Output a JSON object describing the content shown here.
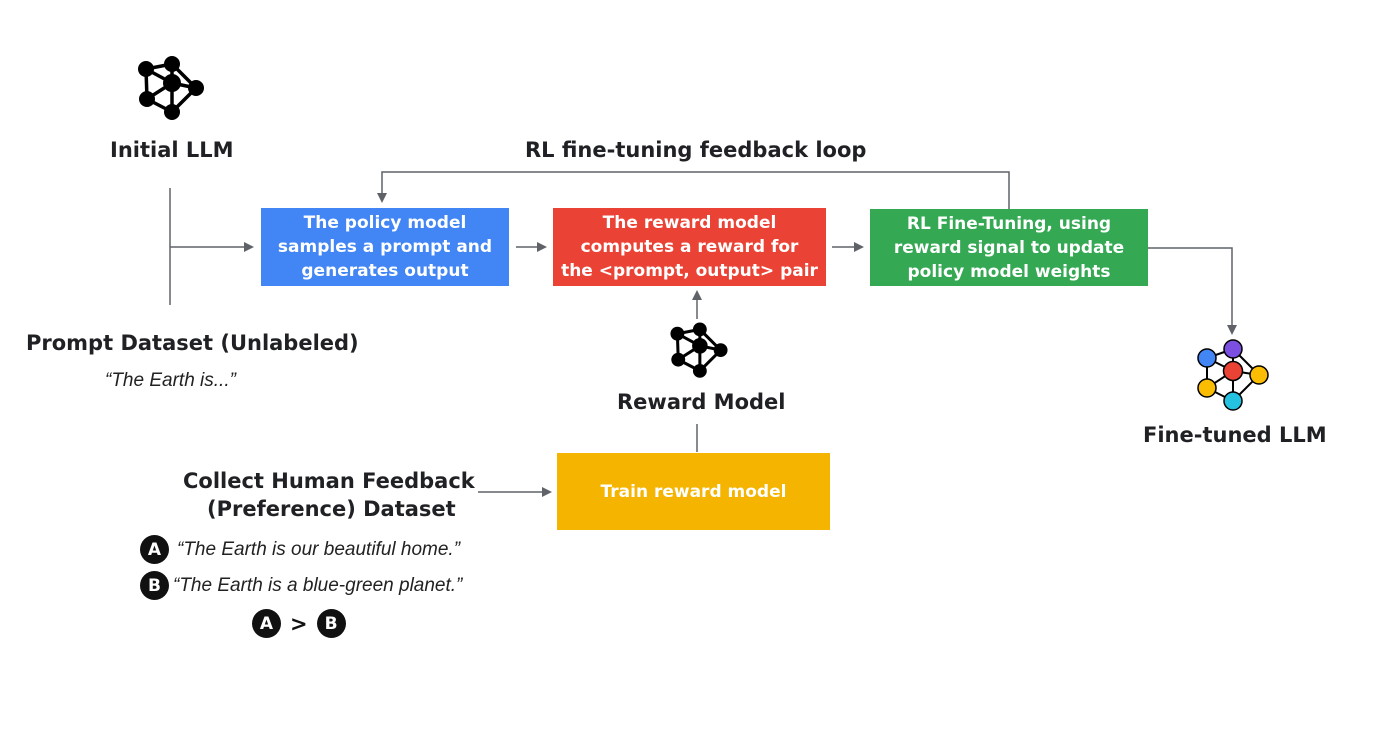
{
  "labels": {
    "initial_llm": "Initial LLM",
    "feedback_loop": "RL fine-tuning feedback loop",
    "prompt_dataset": "Prompt Dataset (Unlabeled)",
    "prompt_example": "“The Earth is...”",
    "reward_model": "Reward Model",
    "fine_tuned_llm": "Fine-tuned LLM",
    "collect_feedback_line1": "Collect Human Feedback",
    "collect_feedback_line2": "(Preference) Dataset"
  },
  "boxes": {
    "policy": "The policy model\nsamples a prompt and\ngenerates output",
    "reward": "The reward model\ncomputes a reward for\nthe <prompt, output> pair",
    "rl_finetune": "RL Fine-Tuning, using\nreward signal to update\npolicy model weights",
    "train_reward": "Train reward model"
  },
  "preference": {
    "option_a_badge": "A",
    "option_a_text": "“The Earth is our beautiful home.”",
    "option_b_badge": "B",
    "option_b_text": "“The Earth is a blue-green planet.”",
    "comparison_left": "A",
    "comparison_op": ">",
    "comparison_right": "B"
  },
  "colors": {
    "policy": "#4285f4",
    "reward": "#ea4335",
    "rl_finetune": "#34a853",
    "train_reward": "#f4b400",
    "arrow": "#5f6368",
    "node_blue": "#4285f4",
    "node_purple": "#7b4fe0",
    "node_red": "#ea4335",
    "node_yellow": "#fbbc04",
    "node_cyan": "#24c1e0"
  },
  "icons": {
    "initial_llm": "neural-network-icon",
    "reward_model": "neural-network-icon",
    "fine_tuned_llm": "colored-neural-network-icon"
  }
}
